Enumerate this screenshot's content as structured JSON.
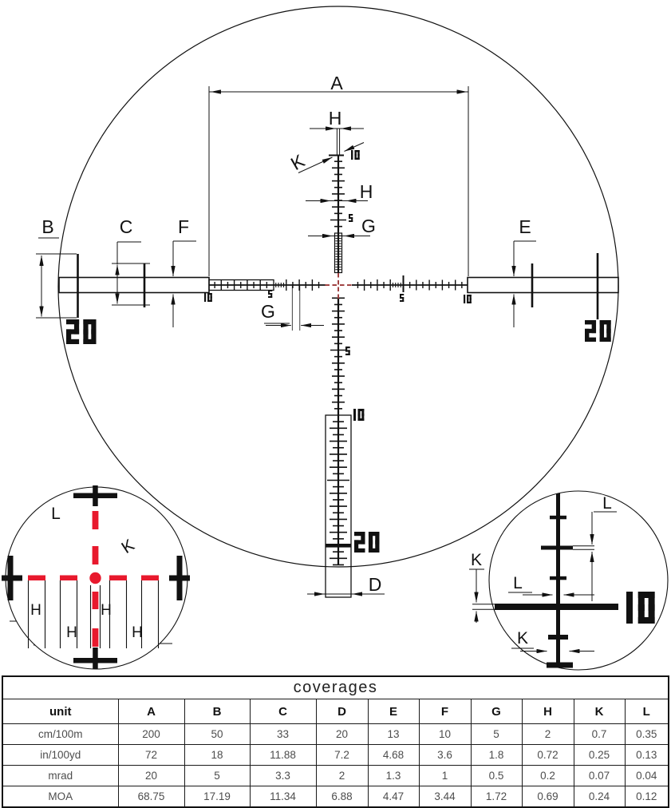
{
  "colors": {
    "ink": "#111111",
    "accent_red": "#e8192d",
    "dash_red": "#9c3a3a"
  },
  "diagram": {
    "dims": {
      "A": "A",
      "B": "B",
      "C": "C",
      "D": "D",
      "E": "E",
      "F": "F",
      "G": "G",
      "H": "H",
      "K": "K",
      "L": "L"
    },
    "numerals": {
      "five": "5",
      "ten": "10",
      "twenty": "20"
    }
  },
  "table": {
    "title": "coverages",
    "columns": [
      "unit",
      "A",
      "B",
      "C",
      "D",
      "E",
      "F",
      "G",
      "H",
      "K",
      "L"
    ],
    "rows": [
      {
        "unit": "cm/100m",
        "values": [
          "200",
          "50",
          "33",
          "20",
          "13",
          "10",
          "5",
          "2",
          "0.7",
          "0.35"
        ]
      },
      {
        "unit": "in/100yd",
        "values": [
          "72",
          "18",
          "11.88",
          "7.2",
          "4.68",
          "3.6",
          "1.8",
          "0.72",
          "0.25",
          "0.13"
        ]
      },
      {
        "unit": "mrad",
        "values": [
          "20",
          "5",
          "3.3",
          "2",
          "1.3",
          "1",
          "0.5",
          "0.2",
          "0.07",
          "0.04"
        ]
      },
      {
        "unit": "MOA",
        "values": [
          "68.75",
          "17.19",
          "11.34",
          "6.88",
          "4.47",
          "3.44",
          "1.72",
          "0.69",
          "0.24",
          "0.12"
        ]
      }
    ]
  }
}
